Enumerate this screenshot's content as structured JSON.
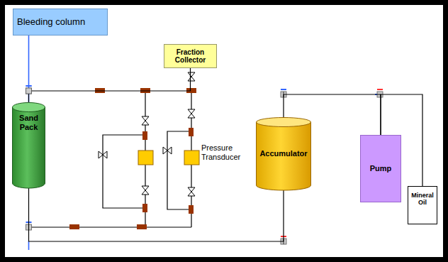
{
  "diagram": {
    "nodes": [
      {
        "text": [
          "Bleeding column"
        ]
      },
      {
        "text": [
          "Fraction Collector"
        ]
      },
      {
        "text": [
          "Sand Pack"
        ]
      },
      {
        "text": [
          "Accumulator"
        ]
      },
      {
        "text": [
          "Pump"
        ]
      },
      {
        "text": [
          "Mineral Oil"
        ]
      }
    ],
    "edges": [
      {
        "from": 0,
        "to": 2,
        "arrow": "none"
      },
      {
        "from": 2,
        "to": 1,
        "arrow": "none"
      },
      {
        "from": 2,
        "to": 3,
        "arrow": "none"
      },
      {
        "from": 3,
        "to": 4,
        "arrow": "none"
      },
      {
        "from": 4,
        "to": 5,
        "arrow": "none"
      }
    ],
    "labels": [
      "Pressure Transducer"
    ]
  }
}
